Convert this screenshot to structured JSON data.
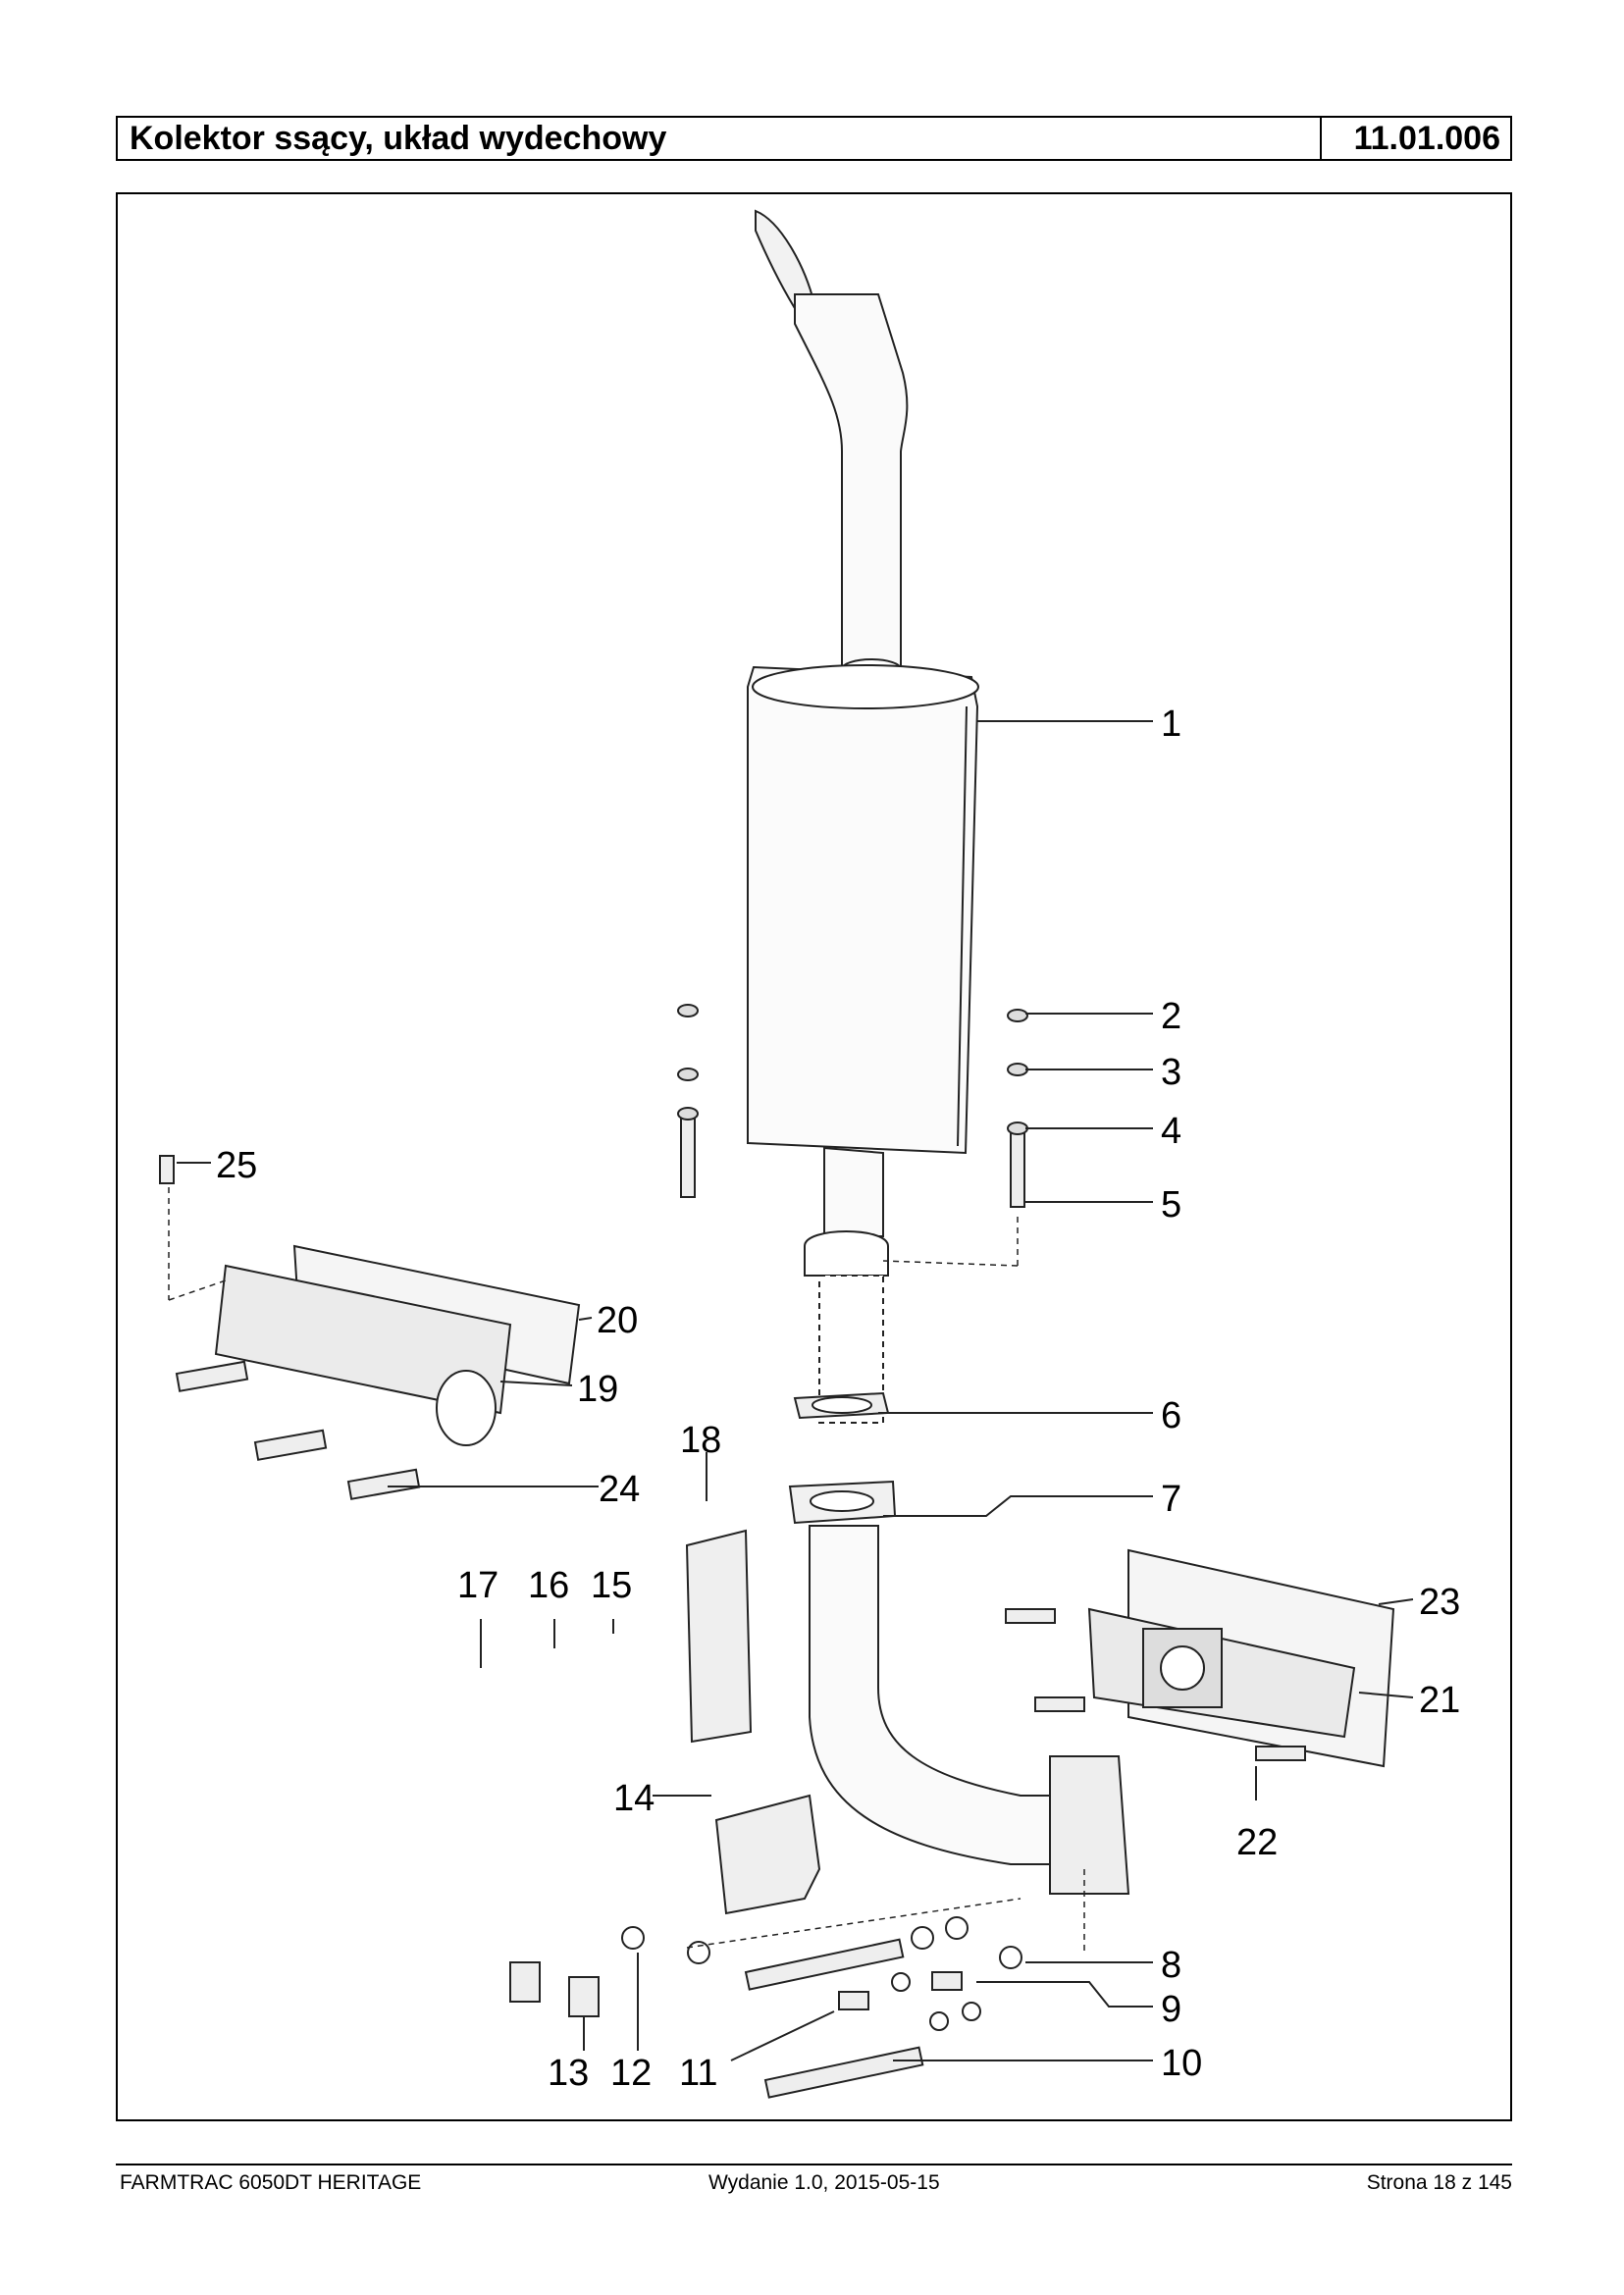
{
  "header": {
    "title": "Kolektor ssący, układ wydechowy",
    "code": "11.01.006"
  },
  "callouts": [
    "1",
    "2",
    "3",
    "4",
    "5",
    "6",
    "7",
    "8",
    "9",
    "10",
    "11",
    "12",
    "13",
    "14",
    "15",
    "16",
    "17",
    "18",
    "19",
    "20",
    "21",
    "22",
    "23",
    "24",
    "25"
  ],
  "footer": {
    "model": "FARMTRAC 6050DT HERITAGE",
    "edition": "Wydanie 1.0,  2015-05-15",
    "page": "Strona 18 z 145"
  }
}
